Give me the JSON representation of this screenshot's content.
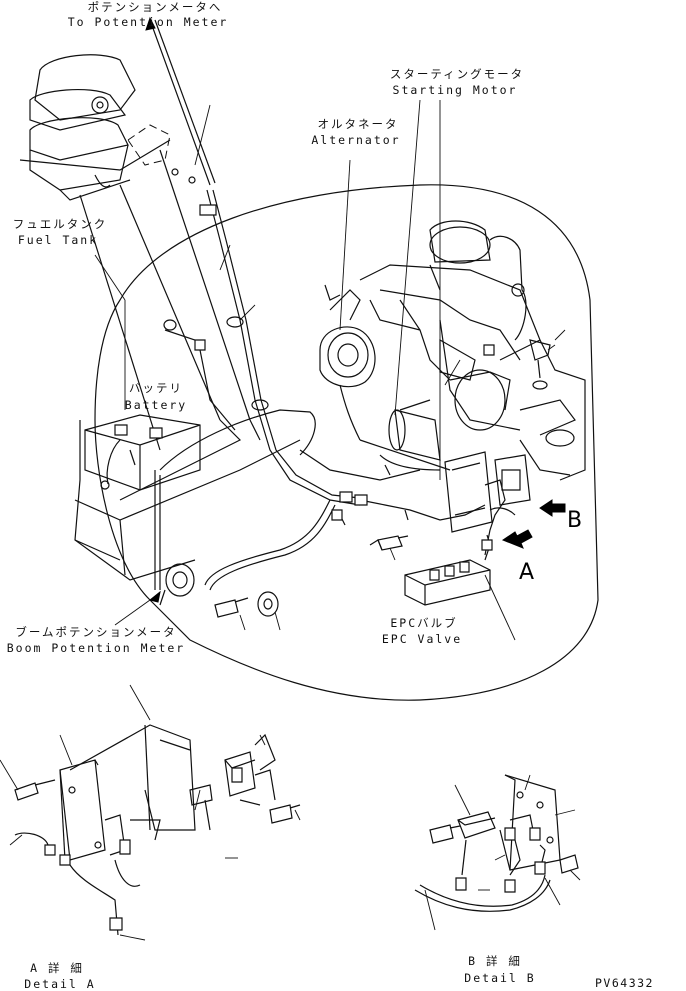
{
  "labels": {
    "to_potention_meter_jp": "ポテンションメータへ",
    "to_potention_meter_en": "To Potention Meter",
    "starting_motor_jp": "スターティングモータ",
    "starting_motor_en": "Starting Motor",
    "alternator_jp": "オルタネータ",
    "alternator_en": "Alternator",
    "fuel_tank_jp": "フュエルタンク",
    "fuel_tank_en": "Fuel Tank",
    "battery_jp": "バッテリ",
    "battery_en": "Battery",
    "boom_potention_meter_jp": "ブームポテンションメータ",
    "boom_potention_meter_en": "Boom Potention Meter",
    "epc_valve_jp": "EPCバルブ",
    "epc_valve_en": "EPC Valve",
    "detail_a_jp": "A 詳 細",
    "detail_a_en": "Detail A",
    "detail_b_jp": "B 詳 細",
    "detail_b_en": "Detail B",
    "view_a": "A",
    "view_b": "B",
    "drawing_number": "PV64332"
  }
}
